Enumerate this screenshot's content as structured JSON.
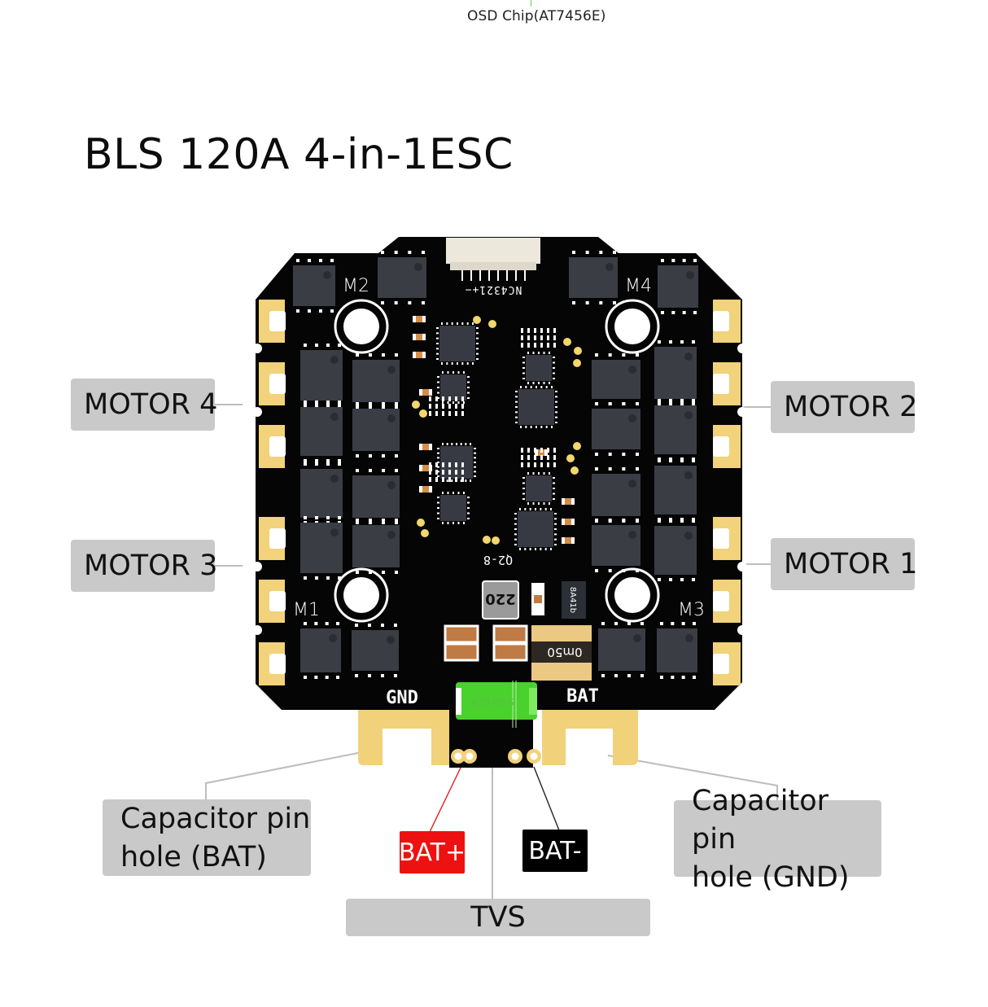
{
  "header": {
    "osd_caption": "OSD Chip(AT7456E)",
    "title": "BLS 120A 4-in-1ESC"
  },
  "board": {
    "silkscreen": {
      "motor_pads": [
        "M2",
        "M4",
        "M1",
        "M3"
      ],
      "connector_pins": "NC4321+−",
      "gnd": "GND",
      "bat": "BAT",
      "regulator_mark": "Q2-8",
      "inductor_mark": "220",
      "shunt_mark": "0m50",
      "tvs_mark": "5.0G GCK",
      "ic_mark": "8A41b"
    },
    "colors": {
      "pcb": "#050505",
      "gold_pad": "#f2d27a",
      "mosfet": "#3a3d44",
      "tvs_green": "#49d12d",
      "connector": "#ece8dc"
    }
  },
  "labels": {
    "motor4": "MOTOR 4",
    "motor3": "MOTOR 3",
    "motor2": "MOTOR 2",
    "motor1": "MOTOR 1",
    "cap_bat": [
      "Capacitor pin",
      "hole (BAT)"
    ],
    "cap_gnd": [
      "Capacitor pin",
      "hole (GND)"
    ],
    "bat_plus": "BAT+",
    "bat_minus": "BAT-",
    "tvs": "TVS"
  },
  "tag_colors": {
    "bat_plus": "#ee1111",
    "bat_minus": "#000000",
    "label_bg": "#c9c9c9",
    "leader": "#bdbdbd"
  }
}
